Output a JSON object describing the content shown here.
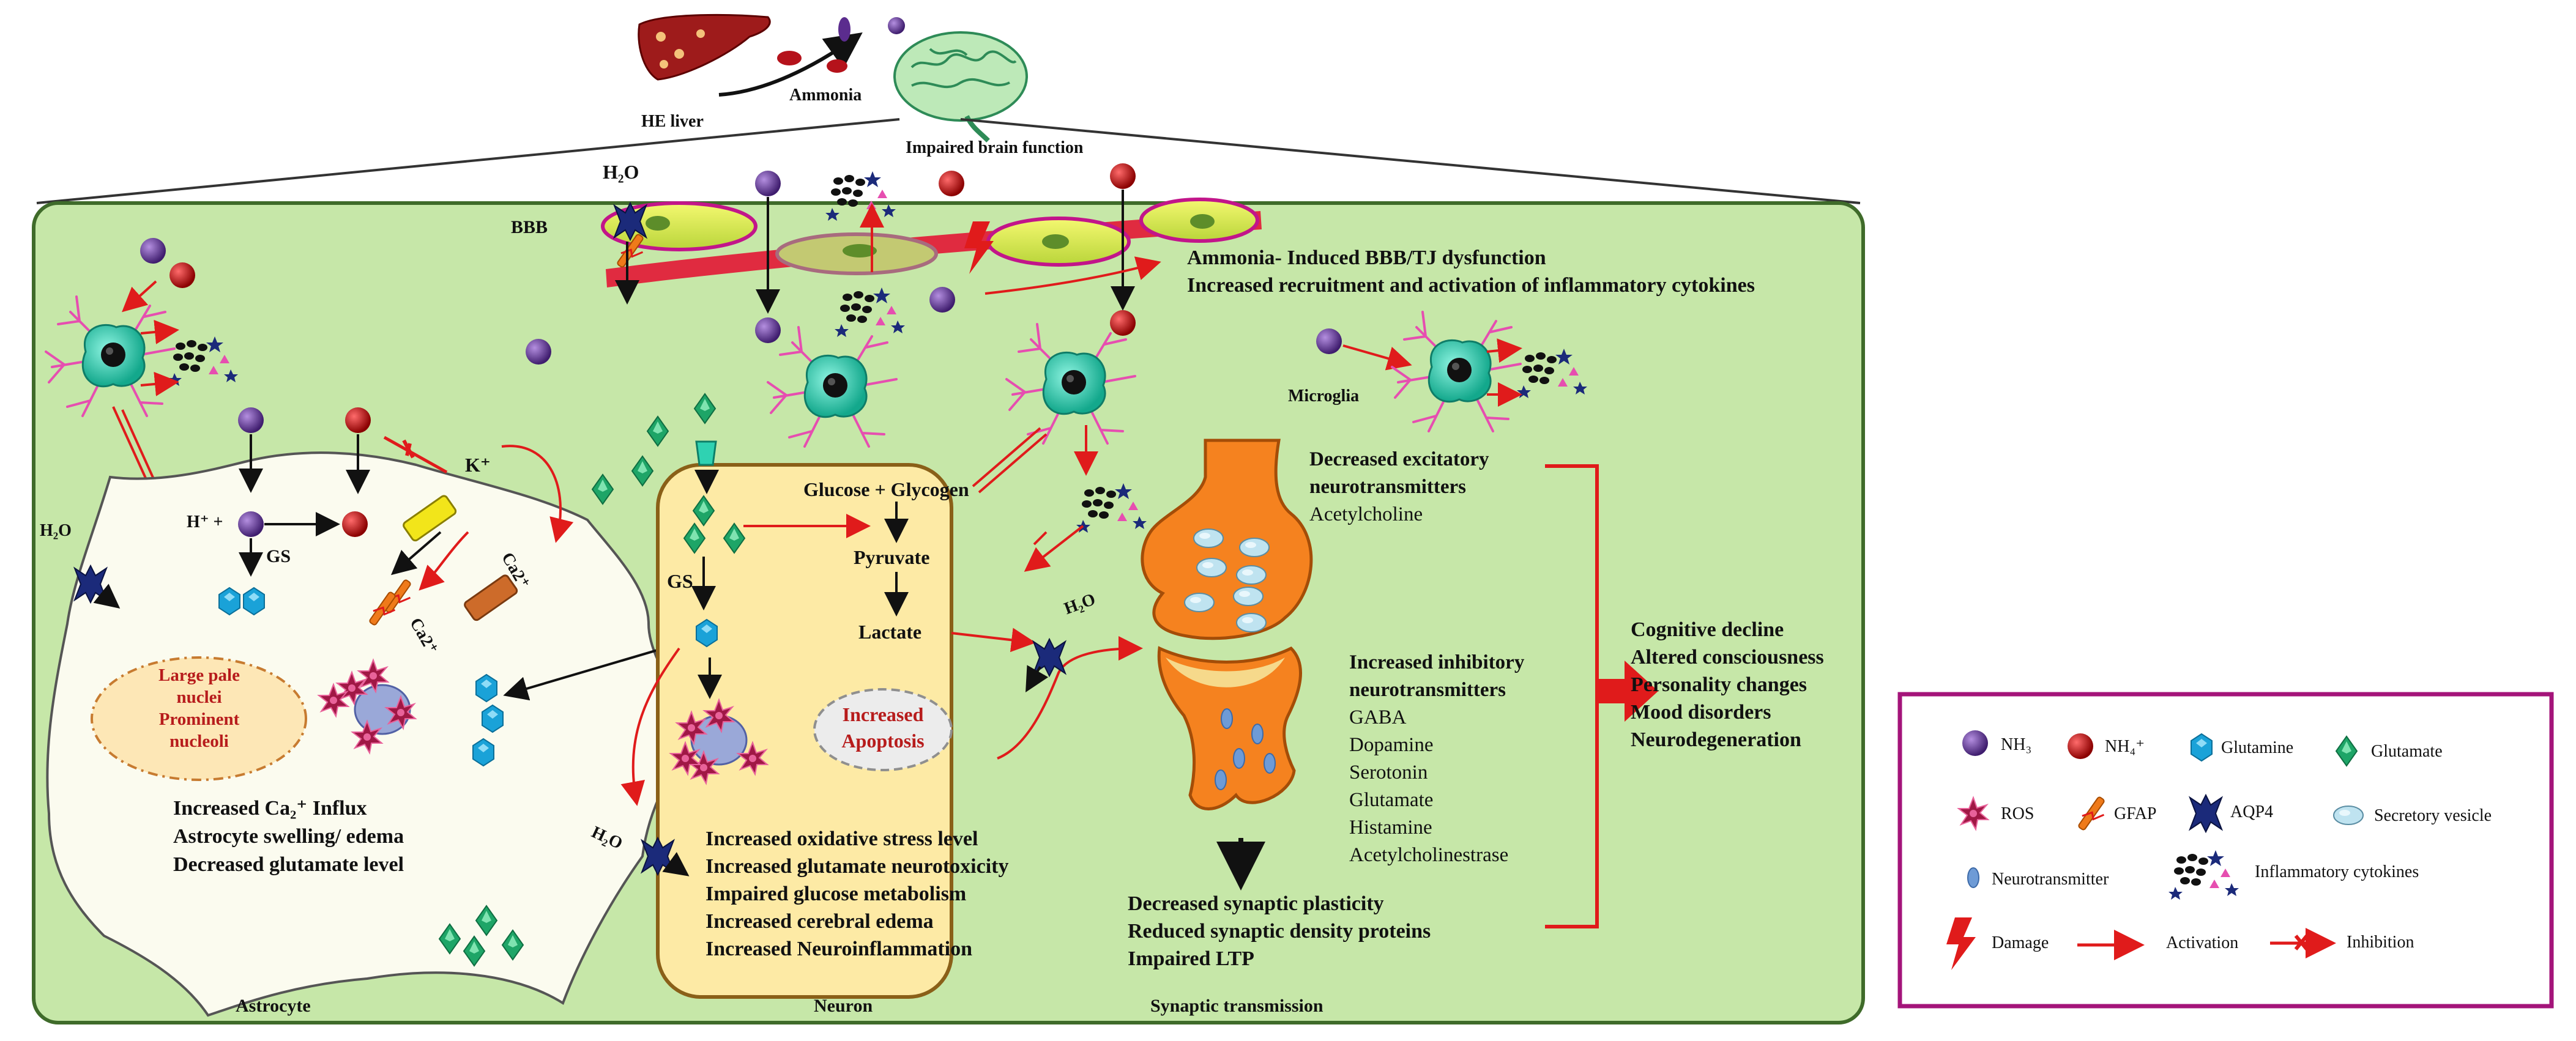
{
  "header": {
    "liver_label": "HE liver",
    "ammonia_label": "Ammonia",
    "brain_label": "Impaired brain function"
  },
  "bbb": {
    "label": "BBB",
    "water_label": "H₂O",
    "effect_line1": "Ammonia-  Induced BBB/TJ dysfunction",
    "effect_line2": "Increased recruitment and activation of inflammatory cytokines"
  },
  "astrocyte": {
    "label": "Astrocyte",
    "water_label": "H₂O",
    "h_label": "H⁺ +",
    "gs_label": "GS",
    "k_label": "K⁺",
    "ca_label_1": "Ca2⁺",
    "ca_label_2": "Ca2⁺",
    "nucleus_text": [
      "Large pale",
      "nuclei",
      "Prominent",
      "nucleoli"
    ],
    "effects": [
      "Increased Ca₂⁺ Influx",
      "Astrocyte swelling/ edema",
      "Decreased glutamate level"
    ]
  },
  "microglia": {
    "label": "Microglia"
  },
  "neuron": {
    "label": "Neuron",
    "gs_label": "GS",
    "water_label": "H₂O",
    "glucose_label": "Glucose + Glycogen",
    "pyruvate_label": "Pyruvate",
    "lactate_label": "Lactate",
    "apoptosis_text": [
      "Increased",
      "Apoptosis"
    ],
    "effects": [
      "Increased oxidative stress level",
      "Increased glutamate neurotoxicity",
      "Impaired glucose metabolism",
      "Increased cerebral edema",
      "Increased Neuroinflammation"
    ]
  },
  "synapse": {
    "label": "Synaptic transmission",
    "water_label": "H₂O",
    "excitatory_title": [
      "Decreased excitatory",
      "neurotransmitters"
    ],
    "excitatory_items": [
      "Acetylcholine"
    ],
    "inhibitory_title": [
      "Increased inhibitory",
      "neurotransmitters"
    ],
    "inhibitory_items": [
      "GABA",
      "Dopamine",
      "Serotonin",
      "Glutamate",
      "Histamine",
      "Acetylcholinestrase"
    ],
    "plasticity_effects": [
      "Decreased synaptic plasticity",
      "Reduced synaptic density proteins",
      "Impaired LTP"
    ]
  },
  "outcomes": [
    "Cognitive decline",
    "Altered consciousness",
    "Personality changes",
    "Mood disorders",
    "Neurodegeneration"
  ],
  "legend": {
    "nh3": "NH₃",
    "nh4": "NH₄⁺",
    "glutamine": "Glutamine",
    "glutamate": "Glutamate",
    "ros": "ROS",
    "gfap": "GFAP",
    "aqp4": "AQP4",
    "vesicle": "Secretory vesicle",
    "neurotransmitter": "Neurotransmitter",
    "cytokines": "Inflammatory cytokines",
    "damage": "Damage",
    "activation": "Activation",
    "inhibition": "Inhibition"
  },
  "colors": {
    "panel_fill": "#c6e7a8",
    "panel_border": "#3f6b2a",
    "astrocyte_fill": "#fbfbef",
    "neuron_fill": "#fdeaa5",
    "synapse_fill": "#f5821f",
    "legend_border": "#a4147a",
    "nh3": "#5b2c8e",
    "nh4": "#cc1111",
    "glutamine": "#1aa2d8",
    "glutamate": "#1ea567",
    "ros": "#a01845",
    "activation": "#e01b1b",
    "aqp4": "#1b2a7a",
    "microglia": "#2ecfb4",
    "microglia_processes": "#e64eb0"
  }
}
